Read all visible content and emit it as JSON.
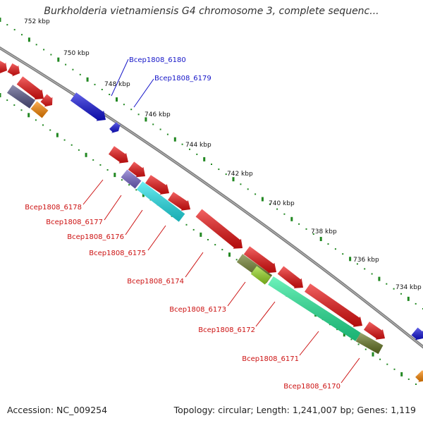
{
  "title": "Burkholderia vietnamiensis G4 chromosome 3, complete sequenc...",
  "ticks": [
    "752 kbp",
    "750 kbp",
    "748 kbp",
    "746 kbp",
    "744 kbp",
    "742 kbp",
    "740 kbp",
    "738 kbp",
    "736 kbp",
    "734 kbp"
  ],
  "genes_forward": [
    "Bcep1808_6180",
    "Bcep1808_6179"
  ],
  "genes_reverse": [
    "Bcep1808_6178",
    "Bcep1808_6177",
    "Bcep1808_6176",
    "Bcep1808_6175",
    "Bcep1808_6174",
    "Bcep1808_6173",
    "Bcep1808_6172",
    "Bcep1808_6171",
    "Bcep1808_6170"
  ],
  "footer": {
    "accession": "Accession: NC_009254",
    "topology": "Topology: circular; Length: 1,241,007 bp; Genes: 1,119"
  },
  "colors": {
    "forward_label": "#1515c8",
    "reverse_label": "#cc1111",
    "red": "#ee1111",
    "blue": "#1111dd",
    "orange": "#ff8800",
    "cyan": "#22e8f0",
    "spring": "#22ee99",
    "olive": "#667722",
    "lime": "#99dd22",
    "slate": "#555588",
    "violet": "#7766cc",
    "tick": "#228822",
    "backbone": "#888888"
  }
}
